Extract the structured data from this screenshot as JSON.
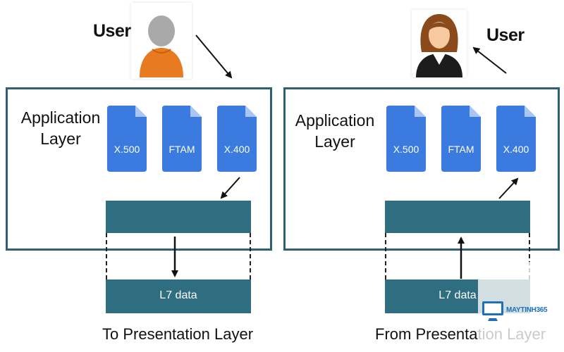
{
  "left": {
    "user_label": "User",
    "layer_label_line1": "Application",
    "layer_label_line2": "Layer",
    "docs": [
      "X.500",
      "FTAM",
      "X.400"
    ],
    "data_bar_label": "L7 data",
    "footer": "To Presentation Layer"
  },
  "right": {
    "user_label": "User",
    "layer_label_line1": "Application",
    "layer_label_line2": "Layer",
    "docs": [
      "X.500",
      "FTAM",
      "X.400"
    ],
    "data_bar_label": "L7 data",
    "footer": "From Presentation Layer"
  },
  "watermark": {
    "text": "MAYTINH365"
  },
  "colors": {
    "frame": "#2f6172",
    "bar": "#2f6d80",
    "doc": "#3b7be0",
    "male_body": "#e87a20",
    "female_hair": "#8a4a1c"
  }
}
